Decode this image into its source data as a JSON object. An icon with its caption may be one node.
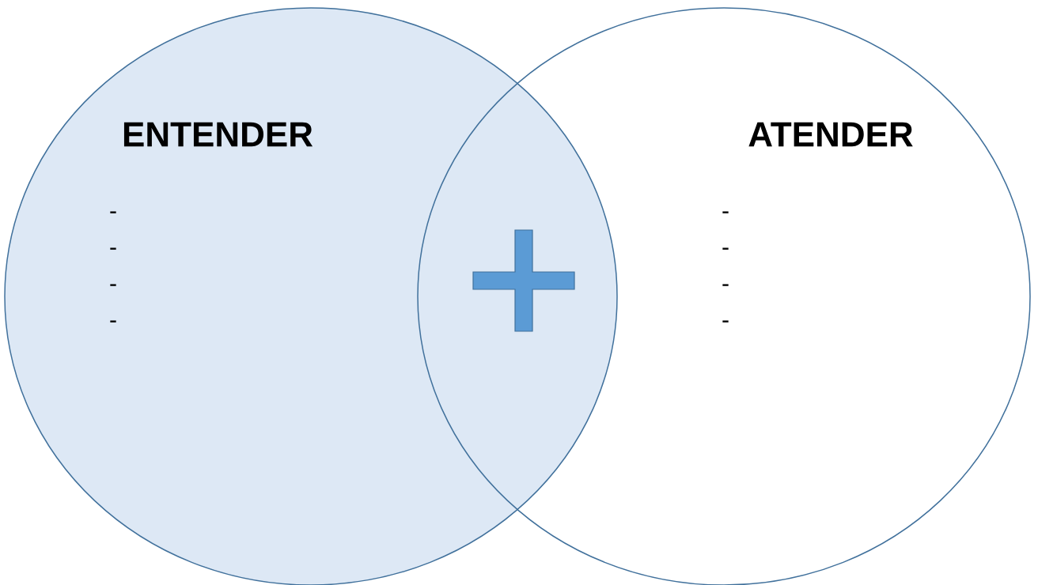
{
  "diagram": {
    "nodes": [
      {
        "text": [
          "ENTENDER",
          "-",
          "-",
          "-",
          "-"
        ]
      },
      {
        "text": [
          "ATENDER",
          "-",
          "-",
          "-",
          "-"
        ]
      },
      {
        "text": [],
        "shape": "plus"
      }
    ]
  }
}
